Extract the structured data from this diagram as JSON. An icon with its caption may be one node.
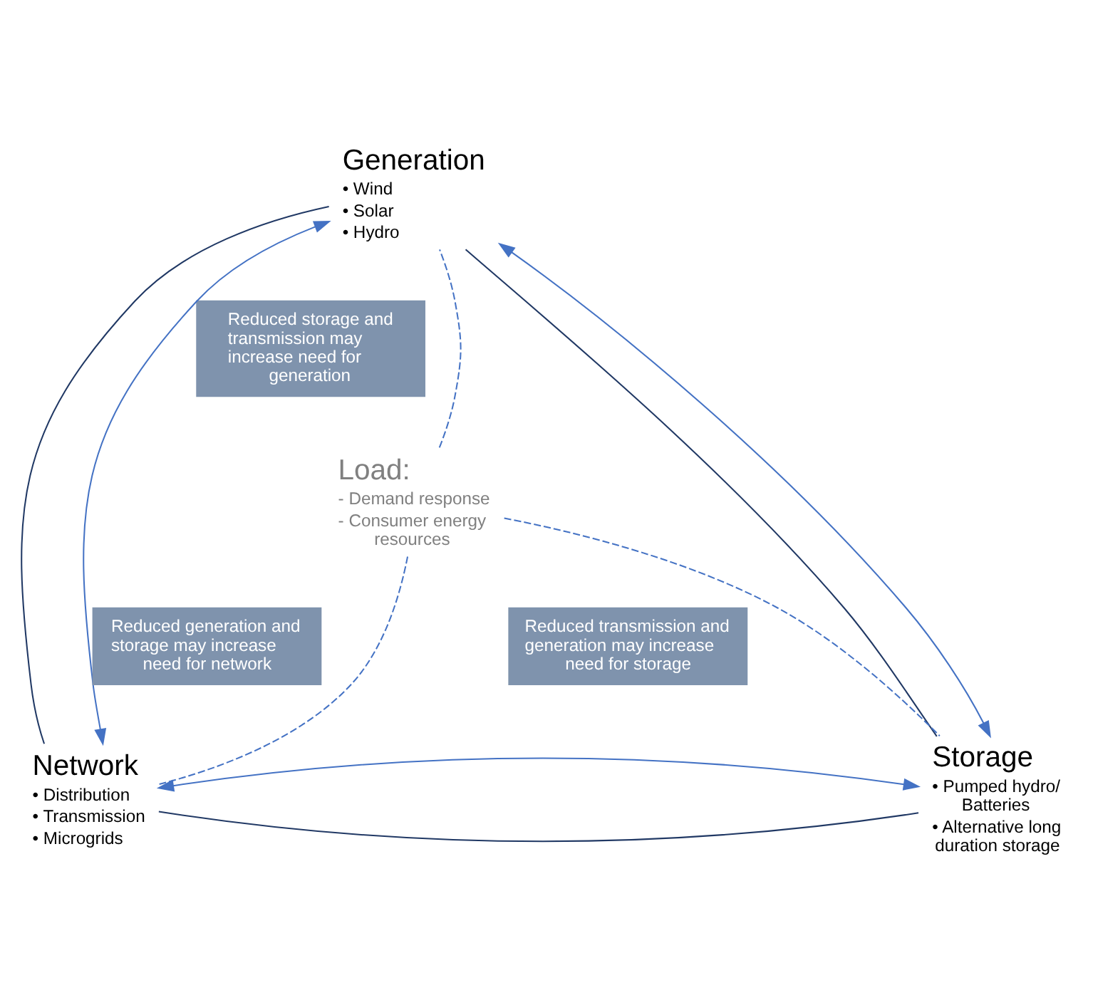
{
  "diagram": {
    "nodes": [
      {
        "text": [
          "Generation",
          "• Wind",
          "• Solar",
          "• Hydro"
        ]
      },
      {
        "text": [
          "Reduced storage and transmission may increase need for generation"
        ]
      },
      {
        "text": [
          "Load:",
          "- Demand response",
          "- Consumer energy resources"
        ]
      },
      {
        "text": [
          "Reduced generation and storage may increase need for network"
        ]
      },
      {
        "text": [
          "Reduced transmission and generation may increase need for storage"
        ]
      },
      {
        "text": [
          "Network",
          "• Distribution",
          "• Transmission",
          "• Microgrids"
        ]
      },
      {
        "text": [
          "Storage",
          "• Pumped hydro/ Batteries",
          "• Alternative long duration storage"
        ]
      }
    ],
    "edges": [
      {
        "from": 0,
        "to": 5,
        "arrow": "none",
        "color": "#203864"
      },
      {
        "from": 0,
        "to": 6,
        "arrow": "none",
        "color": "#203864"
      },
      {
        "from": 5,
        "to": 6,
        "arrow": "none",
        "color": "#203864"
      },
      {
        "from": 0,
        "to": 5,
        "arrow": "both"
      },
      {
        "from": 0,
        "to": 6,
        "arrow": "both"
      },
      {
        "from": 5,
        "to": 6,
        "arrow": "both"
      },
      {
        "from": 2,
        "to": 0,
        "arrow": "none",
        "style": "dashed"
      },
      {
        "from": 2,
        "to": 5,
        "arrow": "none",
        "style": "dashed"
      },
      {
        "from": 2,
        "to": 6,
        "arrow": "none",
        "style": "dashed"
      }
    ]
  }
}
